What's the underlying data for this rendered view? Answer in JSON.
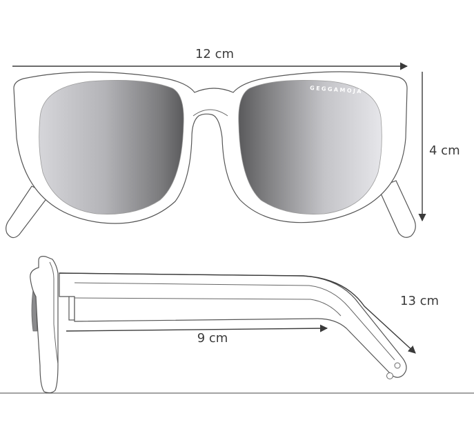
{
  "dimensions": {
    "width": "12 cm",
    "height": "4 cm",
    "temple_length": "13 cm",
    "temple_inner": "9 cm"
  },
  "brand": "GEGGAMOJA",
  "colors": {
    "outline": "#555555",
    "arrow": "#3a3a3a",
    "lens_dark": "#5c5c5c",
    "lens_light": "#e4e4e8"
  }
}
